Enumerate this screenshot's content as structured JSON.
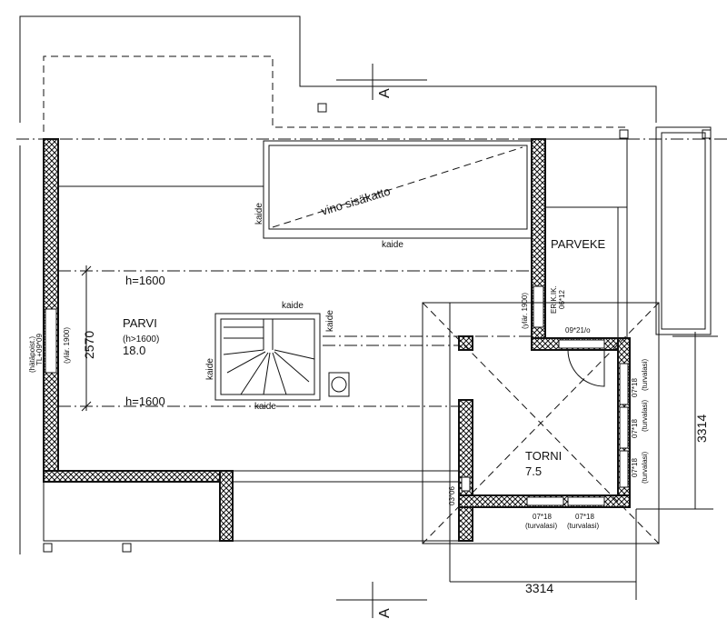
{
  "section_marker": "A",
  "labels": {
    "sloped_ceiling": "vino sisäkatto",
    "railing": "kaide",
    "balcony": "PARVEKE",
    "height_line": "h=1600",
    "dim_vertical_left": "2570",
    "loft_name": "PARVI",
    "loft_height": "(h>1600)",
    "loft_area": "18.0",
    "emergency_exit": "(hätäpoist.)",
    "emergency_window": "TL+09*09",
    "sill_height": "(ylär. 1900)",
    "special_window": "ERIK.IK.",
    "special_window_size": "06*12",
    "door_size": "09*21/o",
    "tower_name": "TORNI",
    "tower_area": "7.5",
    "window_size": "07*18",
    "safety_glass": "(turvalasi)",
    "small_window": "03*06",
    "dim_tower_width": "3314",
    "dim_tower_depth": "3314"
  }
}
